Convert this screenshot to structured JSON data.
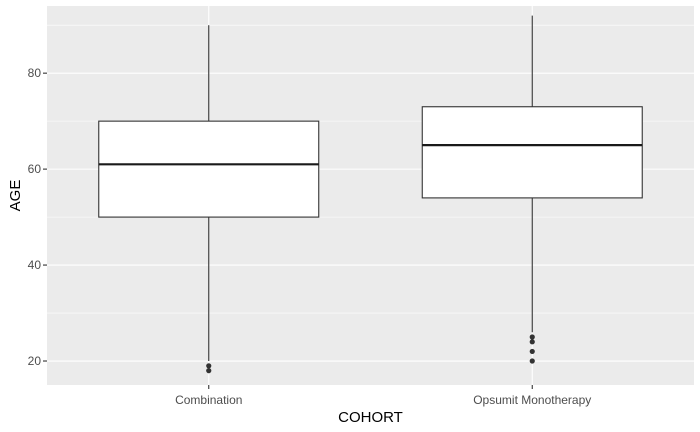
{
  "chart_data": {
    "type": "boxplot",
    "title": "",
    "xlabel": "COHORT",
    "ylabel": "AGE",
    "categories": [
      "Combination",
      "Opsumit Monotherapy"
    ],
    "ylim": [
      15,
      94
    ],
    "y_major_ticks": [
      20,
      40,
      60,
      80
    ],
    "y_minor_ticks": [
      30,
      50,
      70,
      90
    ],
    "grid": true,
    "legend": "none",
    "boxes": [
      {
        "category": "Combination",
        "min": 20,
        "q1": 50,
        "median": 61,
        "q3": 70,
        "max": 90,
        "outliers": [
          18,
          19
        ]
      },
      {
        "category": "Opsumit Monotherapy",
        "min": 26,
        "q1": 54,
        "median": 65,
        "q3": 73,
        "max": 92,
        "outliers": [
          20,
          22,
          24,
          25
        ]
      }
    ]
  }
}
